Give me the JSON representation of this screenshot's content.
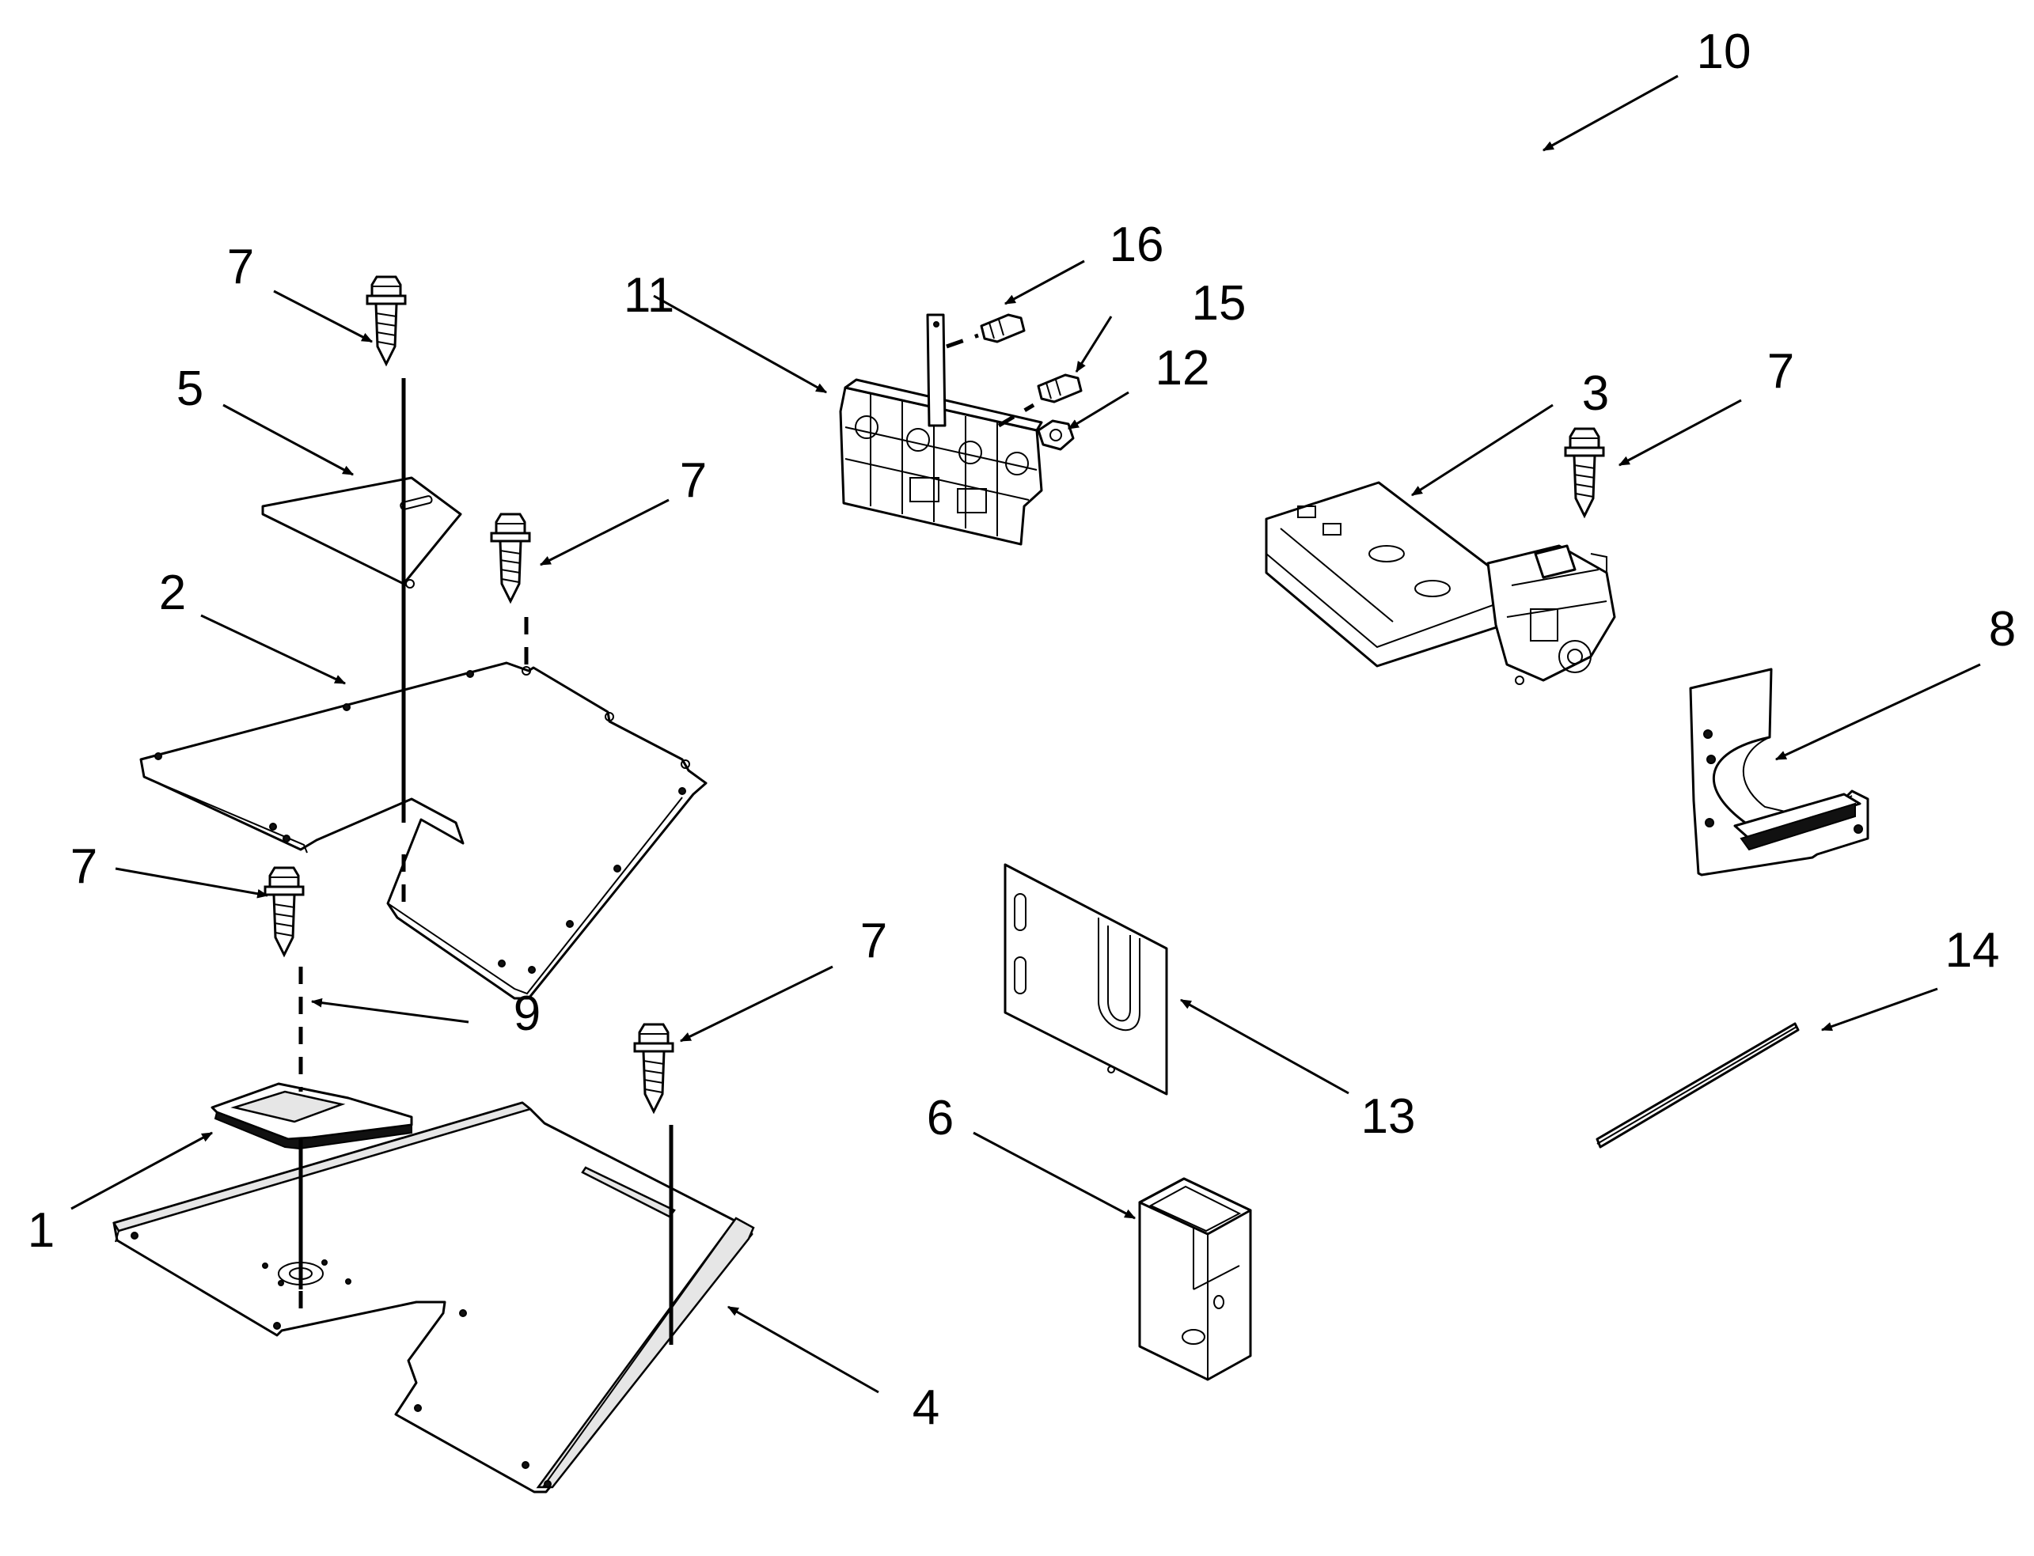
{
  "diagram": {
    "callouts": {
      "c1": "1",
      "c2": "2",
      "c3": "3",
      "c4": "4",
      "c5": "5",
      "c6": "6",
      "c7a": "7",
      "c7b": "7",
      "c7c": "7",
      "c7d": "7",
      "c7e": "7",
      "c8": "8",
      "c9": "9",
      "c10": "10",
      "c11": "11",
      "c12": "12",
      "c13": "13",
      "c14": "14",
      "c15": "15",
      "c16": "16"
    }
  }
}
